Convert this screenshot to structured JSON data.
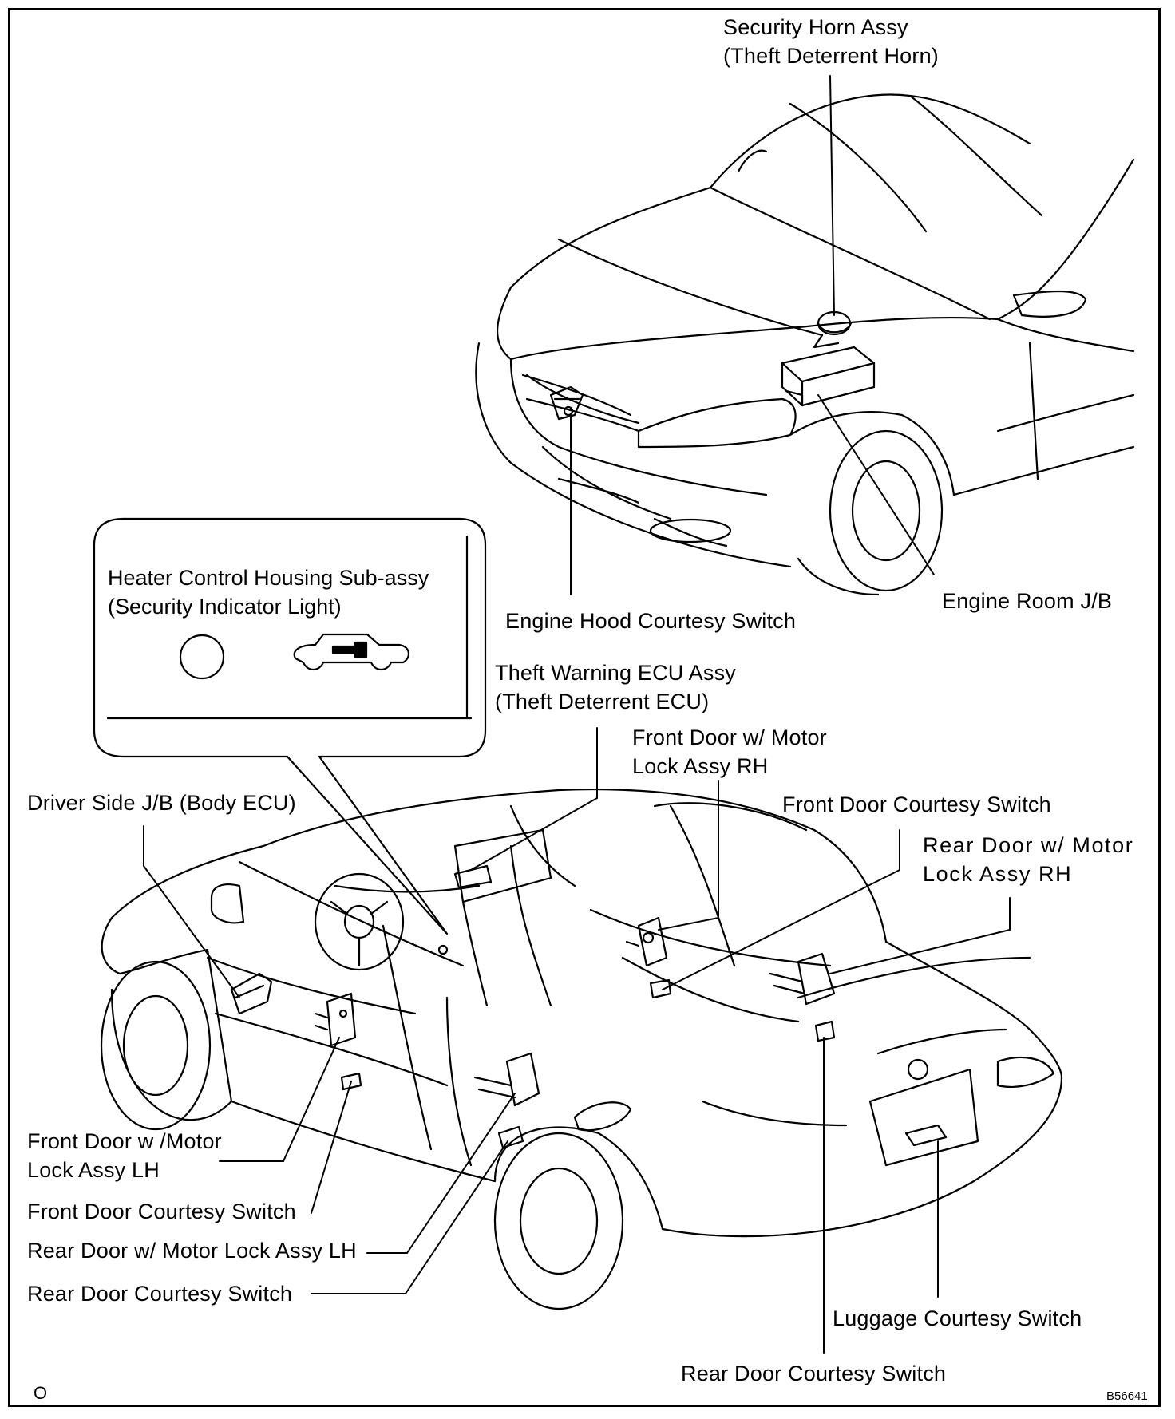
{
  "labels": {
    "security_horn": [
      "Security Horn Assy",
      "(Theft Deterrent Horn)"
    ],
    "engine_hood_switch": "Engine Hood Courtesy Switch",
    "engine_room_jb": "Engine Room J/B",
    "theft_warning_ecu": [
      "Theft Warning ECU Assy",
      "(Theft Deterrent ECU)"
    ],
    "front_door_lock_rh": [
      "Front Door w/ Motor",
      "Lock Assy RH"
    ],
    "front_door_courtesy_rh": "Front Door Courtesy Switch",
    "rear_door_lock_rh": [
      "Rear Door w/ Motor",
      "Lock Assy RH"
    ],
    "driver_side_jb": "Driver Side J/B (Body ECU)",
    "front_door_lock_lh": [
      "Front Door w /Motor",
      "Lock Assy LH"
    ],
    "front_door_courtesy_lh": "Front Door Courtesy Switch",
    "rear_door_lock_lh": "Rear Door w/ Motor Lock Assy LH",
    "rear_door_courtesy_lh": "Rear Door Courtesy Switch",
    "luggage_courtesy": "Luggage Courtesy Switch",
    "rear_door_courtesy_rh": "Rear Door Courtesy Switch"
  },
  "callout": {
    "title": [
      "Heater Control Housing Sub-assy",
      "(Security Indicator Light)"
    ]
  },
  "footer": {
    "left_mark": "O",
    "figure_code": "B56641"
  }
}
